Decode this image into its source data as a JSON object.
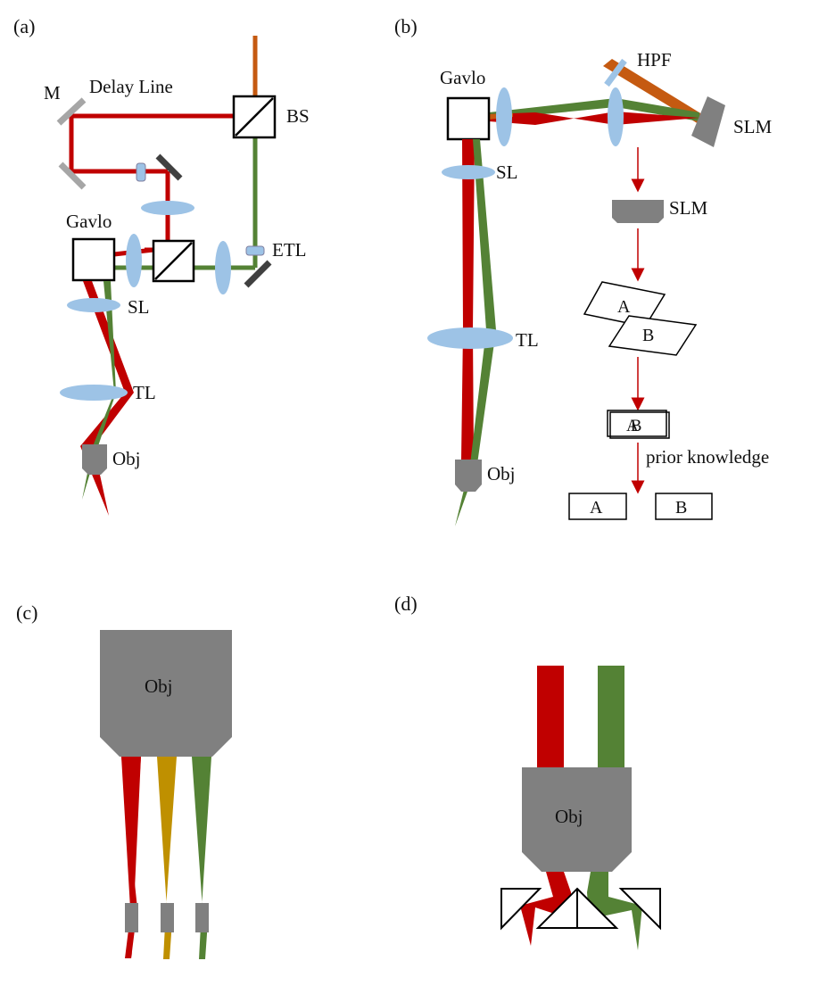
{
  "colors": {
    "red": "#c00000",
    "green": "#548235",
    "orange": "#c55a11",
    "gold": "#bf9000",
    "lens": "#9dc3e6",
    "gray": "#808080",
    "light_gray": "#a6a6a6",
    "dark": "#404040"
  },
  "panel_a": {
    "tag": "(a)",
    "mirror": "M",
    "delay_line": "Delay Line",
    "beam_splitter": "BS",
    "etl": "ETL",
    "galvo": "Gavlo",
    "scan_lens": "SL",
    "tube_lens": "TL",
    "objective": "Obj"
  },
  "panel_b": {
    "tag": "(b)",
    "galvo": "Gavlo",
    "hpf": "HPF",
    "slm_mirror": "SLM",
    "slm_block": "SLM",
    "scan_lens": "SL",
    "tube_lens": "TL",
    "objective": "Obj",
    "image_a": "A",
    "image_b": "B",
    "merged": "AB",
    "prior_knowledge": "prior knowledge",
    "out_a": "A",
    "out_b": "B"
  },
  "panel_c": {
    "tag": "(c)",
    "objective": "Obj"
  },
  "panel_d": {
    "tag": "(d)",
    "objective": "Obj"
  }
}
